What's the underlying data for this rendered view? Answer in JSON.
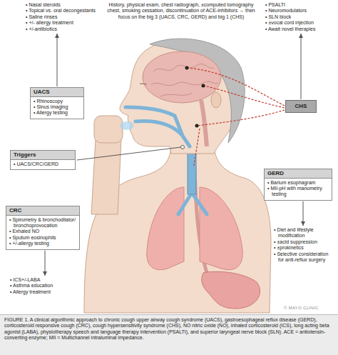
{
  "diagram": {
    "caption": "FIGURE 1. A clinical algorithmic approach to chronic cough upper airway cough syndrome (UACS), gastroesophageal reflux disease (GERD), corticosteroid responsive cough (CRC), cough hypersensitivity syndrome (CHS), NO nitric oxide (NO), inhaled corticosteroid (ICS), long acting beta agonist (LABA), physiotherapy speech and language therapy intervention (PSALTI), and superior laryngeal nerve block (SLN). ACE = antiotensin-converting enzyme; MII = Multichannel intraluminal impedance.",
    "nodes": [
      {
        "text": [
          "• Nasal steroids",
          "• Topical vs. oral decongestants",
          "• Saline rinses",
          "• +/- allergy treatment",
          "• +/-antibiotics"
        ]
      },
      {
        "text": [
          "• PSALTI",
          "• Neuromodulators",
          "• SLN block",
          "• ±vocal cord injection",
          "• Await novel therapies"
        ]
      },
      {
        "text": [
          "UACS",
          "• Rhinoscopy",
          "• Sinus imaging",
          "• Allergy testing"
        ]
      },
      {
        "text": [
          "CHS"
        ]
      },
      {
        "text": [
          "Triggers",
          "• UACS/CRC/GERD"
        ]
      },
      {
        "text": [
          "GERD",
          "• Barium esophagram",
          "• MII-pH with manometry testing"
        ]
      },
      {
        "text": [
          "CRC",
          "• Spirometry & bronchodilator/ bronchoprovocation",
          "• Exhaled NO",
          "• Sputum eosinophils",
          "• +/-allergy testing"
        ]
      },
      {
        "text": [
          "• Diet and lifestyle modification",
          "• ±acid suppression",
          "• ±prokinetics",
          "• Selective consideration for anti-reflux surgery"
        ]
      },
      {
        "text": [
          "• ICS+/-LABA",
          "• Asthma education",
          "• Allergy treatment"
        ]
      }
    ],
    "edges": [
      {
        "from": 2,
        "to": 0,
        "arrow": "to"
      },
      {
        "from": 3,
        "to": 1,
        "arrow": "to"
      },
      {
        "from": 5,
        "to": 7,
        "arrow": "to"
      },
      {
        "from": 6,
        "to": 8,
        "arrow": "to"
      }
    ],
    "labels": [
      "History, physical exam, chest radiograph, ±computed tomography chest, smoking cessation, discontinuation of ACE-inhibitors → then focus on the big 3 (UACS, CRC, GERD) and big 1 (CHS)",
      "© MAYO CLINIC"
    ]
  }
}
